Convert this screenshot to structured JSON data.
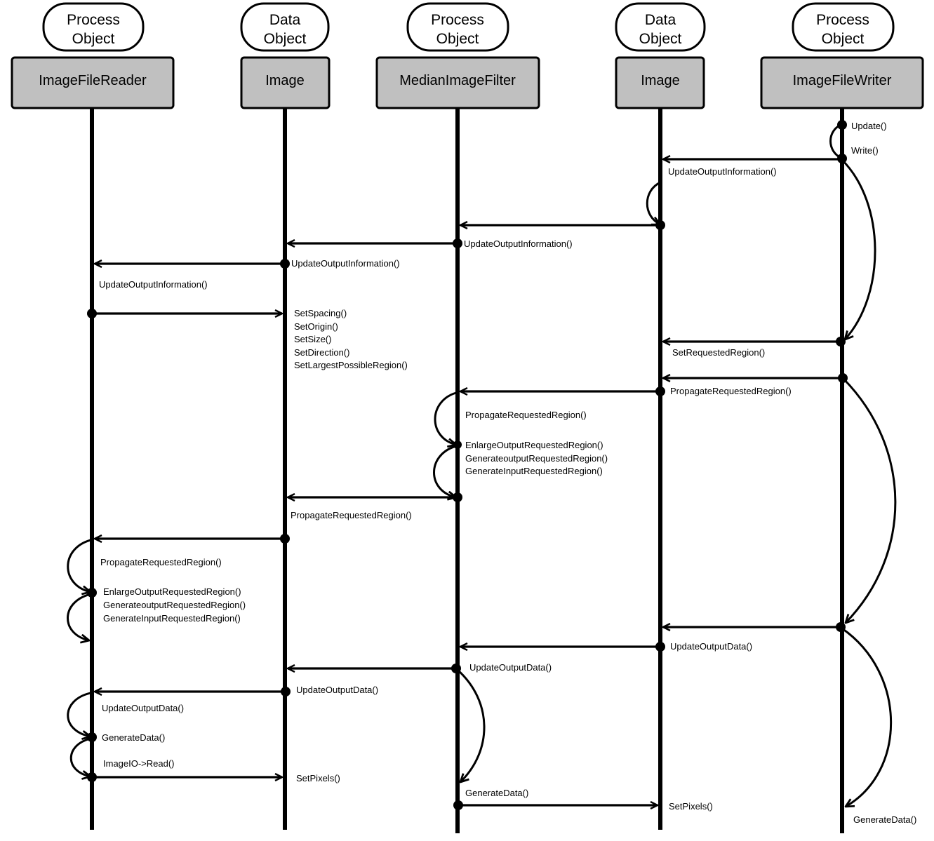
{
  "objects": [
    {
      "stereotype": [
        "Process",
        "Object"
      ],
      "name": "ImageFileReader"
    },
    {
      "stereotype": [
        "Data",
        "Object"
      ],
      "name": "Image"
    },
    {
      "stereotype": [
        "Process",
        "Object"
      ],
      "name": "MedianImageFilter"
    },
    {
      "stereotype": [
        "Data",
        "Object"
      ],
      "name": "Image"
    },
    {
      "stereotype": [
        "Process",
        "Object"
      ],
      "name": "ImageFileWriter"
    }
  ],
  "labels": {
    "update": "Update()",
    "write": "Write()",
    "uoi_image2": "UpdateOutputInformation()",
    "uoi_median": "UpdateOutputInformation()",
    "uoi_image1": "UpdateOutputInformation()",
    "uoi_reader": "UpdateOutputInformation()",
    "set_info": [
      "SetSpacing()",
      "SetOrigin()",
      "SetSize()",
      "SetDirection()",
      "SetLargestPossibleRegion()"
    ],
    "set_requested_region": "SetRequestedRegion()",
    "prr_image2": "PropagateRequestedRegion()",
    "prr_median_self": "PropagateRequestedRegion()",
    "median_region_calls": [
      "EnlargeOutputRequestedRegion()",
      "GenerateoutputRequestedRegion()",
      "GenerateInputRequestedRegion()"
    ],
    "prr_image1": "PropagateRequestedRegion()",
    "prr_reader_self": "PropagateRequestedRegion()",
    "reader_region_calls": [
      "EnlargeOutputRequestedRegion()",
      "GenerateoutputRequestedRegion()",
      "GenerateInputRequestedRegion()"
    ],
    "uod_image2": "UpdateOutputData()",
    "uod_median": "UpdateOutputData()",
    "uod_image1": "UpdateOutputData()",
    "uod_reader_self": "UpdateOutputData()",
    "generate_reader": "GenerateData()",
    "imageio_read": "ImageIO->Read()",
    "setpixels_image1": "SetPixels()",
    "generate_median": "GenerateData()",
    "setpixels_image2": "SetPixels()",
    "generate_writer": "GenerateData()"
  }
}
